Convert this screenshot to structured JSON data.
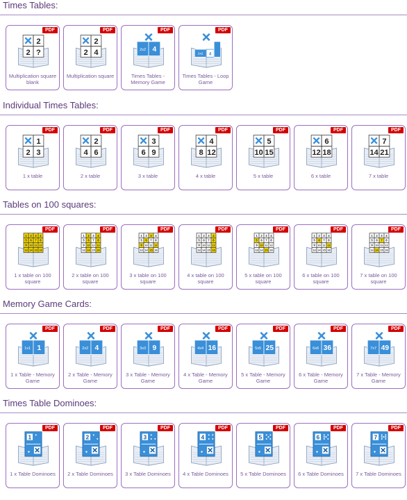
{
  "sections": [
    {
      "heading": "Times Tables:",
      "items": [
        {
          "label": "Multiplication square blank",
          "kind": "square",
          "a": "2",
          "c": "2",
          "d": "?",
          "pdf": "PDF"
        },
        {
          "label": "Multiplication square",
          "kind": "square",
          "a": "2",
          "c": "2",
          "d": "4",
          "pdf": "PDF"
        },
        {
          "label": "Times Tables - Memory Game",
          "kind": "memory",
          "small": "2x2",
          "big": "4",
          "pdf": "PDF"
        },
        {
          "label": "Times Tables - Loop Game",
          "kind": "loop",
          "small": "2x2",
          "big": "4",
          "pdf": "PDF"
        }
      ]
    },
    {
      "heading": "Individual Times Tables:",
      "items": [
        {
          "label": "1 x table",
          "kind": "square",
          "a": "1",
          "c": "2",
          "d": "3",
          "pdf": "PDF"
        },
        {
          "label": "2 x table",
          "kind": "square",
          "a": "2",
          "c": "4",
          "d": "6",
          "pdf": "PDF"
        },
        {
          "label": "3 x table",
          "kind": "square",
          "a": "3",
          "c": "6",
          "d": "9",
          "pdf": "PDF"
        },
        {
          "label": "4 x table",
          "kind": "square",
          "a": "4",
          "c": "8",
          "d": "12",
          "pdf": "PDF"
        },
        {
          "label": "5 x table",
          "kind": "square",
          "a": "5",
          "c": "10",
          "d": "15",
          "pdf": "PDF"
        },
        {
          "label": "6 x table",
          "kind": "square",
          "a": "6",
          "c": "12",
          "d": "18",
          "pdf": "PDF"
        },
        {
          "label": "7 x table",
          "kind": "square",
          "a": "7",
          "c": "14",
          "d": "21",
          "pdf": "PDF"
        }
      ]
    },
    {
      "heading": "Tables on 100 squares:",
      "items": [
        {
          "label": "1 x table on 100 square",
          "kind": "grid",
          "n": 1,
          "pdf": "PDF"
        },
        {
          "label": "2 x table on 100 square",
          "kind": "grid",
          "n": 2,
          "pdf": "PDF"
        },
        {
          "label": "3 x table on 100 square",
          "kind": "grid",
          "n": 3,
          "pdf": "PDF"
        },
        {
          "label": "4 x table on 100 square",
          "kind": "grid",
          "n": 4,
          "pdf": "PDF"
        },
        {
          "label": "5 x table on 100 square",
          "kind": "grid",
          "n": 5,
          "pdf": "PDF"
        },
        {
          "label": "6 x table on 100 square",
          "kind": "grid",
          "n": 6,
          "pdf": "PDF"
        },
        {
          "label": "7 x table on 100 square",
          "kind": "grid",
          "n": 7,
          "pdf": "PDF"
        }
      ]
    },
    {
      "heading": "Memory Game Cards:",
      "items": [
        {
          "label": "1 x Table - Memory Game",
          "kind": "memory",
          "small": "1x1",
          "big": "1",
          "pdf": "PDF"
        },
        {
          "label": "2 x Table - Memory Game",
          "kind": "memory",
          "small": "2x2",
          "big": "4",
          "pdf": "PDF"
        },
        {
          "label": "3 x Table - Memory Game",
          "kind": "memory",
          "small": "3x3",
          "big": "9",
          "pdf": "PDF"
        },
        {
          "label": "4 x Table - Memory Game",
          "kind": "memory",
          "small": "4x4",
          "big": "16",
          "pdf": "PDF"
        },
        {
          "label": "5 x Table - Memory Game",
          "kind": "memory",
          "small": "5x5",
          "big": "25",
          "pdf": "PDF"
        },
        {
          "label": "6 x Table - Memory Game",
          "kind": "memory",
          "small": "6x6",
          "big": "36",
          "pdf": "PDF"
        },
        {
          "label": "7 x Table - Memory Game",
          "kind": "memory",
          "small": "7x7",
          "big": "49",
          "pdf": "PDF"
        }
      ]
    },
    {
      "heading": "Times Table Dominoes:",
      "items": [
        {
          "label": "1 x Table Dominoes",
          "kind": "domino",
          "n": "1",
          "pdf": "PDF"
        },
        {
          "label": "2 x Table Dominoes",
          "kind": "domino",
          "n": "2",
          "pdf": "PDF"
        },
        {
          "label": "3 x Table Dominoes",
          "kind": "domino",
          "n": "3",
          "pdf": "PDF"
        },
        {
          "label": "4 x Table Dominoes",
          "kind": "domino",
          "n": "4",
          "pdf": "PDF"
        },
        {
          "label": "5 x Table Dominoes",
          "kind": "domino",
          "n": "5",
          "pdf": "PDF"
        },
        {
          "label": "6 x Table Dominoes",
          "kind": "domino",
          "n": "6",
          "pdf": "PDF"
        },
        {
          "label": "7 x Table Dominoes",
          "kind": "domino",
          "n": "7",
          "pdf": "PDF"
        }
      ]
    }
  ],
  "colors": {
    "accent": "#9b6fbf",
    "heading": "#5b3a7a",
    "label": "#7a5a9a",
    "pdf_badge": "#d40000",
    "icon_blue": "#3a8fd8",
    "highlight": "#f2d600"
  }
}
